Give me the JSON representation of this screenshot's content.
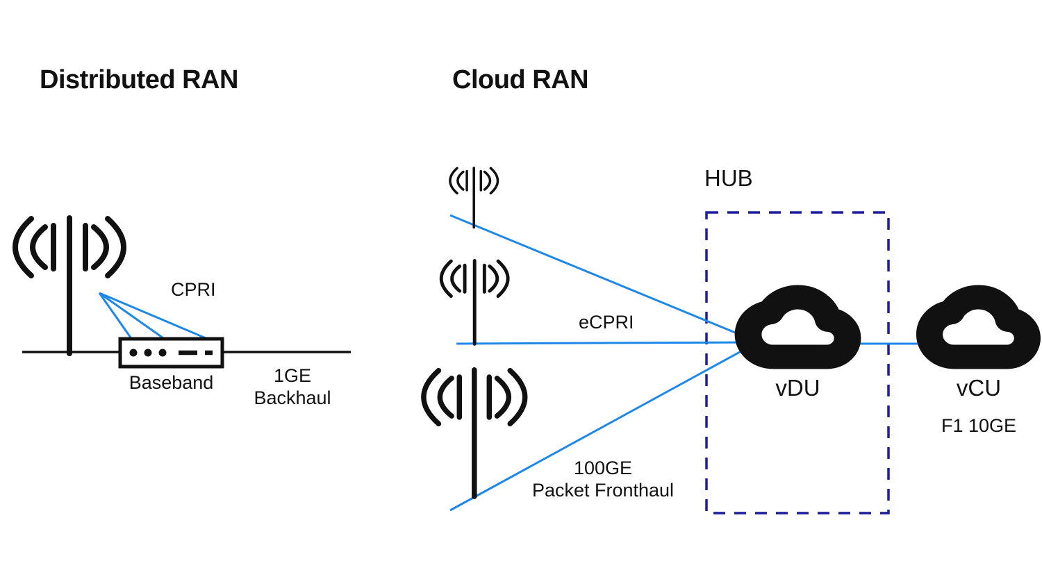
{
  "colors": {
    "link_blue": "#1E88E8",
    "hub_dash": "#1C1C9C",
    "ink": "#111111",
    "background": "#FFFFFF"
  },
  "distributed_ran": {
    "title": "Distributed RAN",
    "cpri_label": "CPRI",
    "baseband_label": "Baseband",
    "backhaul_label_line1": "1GE",
    "backhaul_label_line2": "Backhaul"
  },
  "cloud_ran": {
    "title": "Cloud RAN",
    "ecpri_label": "eCPRI",
    "fronthaul_label_line1": "100GE",
    "fronthaul_label_line2": "Packet Fronthaul",
    "hub_label": "HUB",
    "vdu_label": "vDU",
    "vcu_label": "vCU",
    "f1_label": "F1 10GE"
  }
}
